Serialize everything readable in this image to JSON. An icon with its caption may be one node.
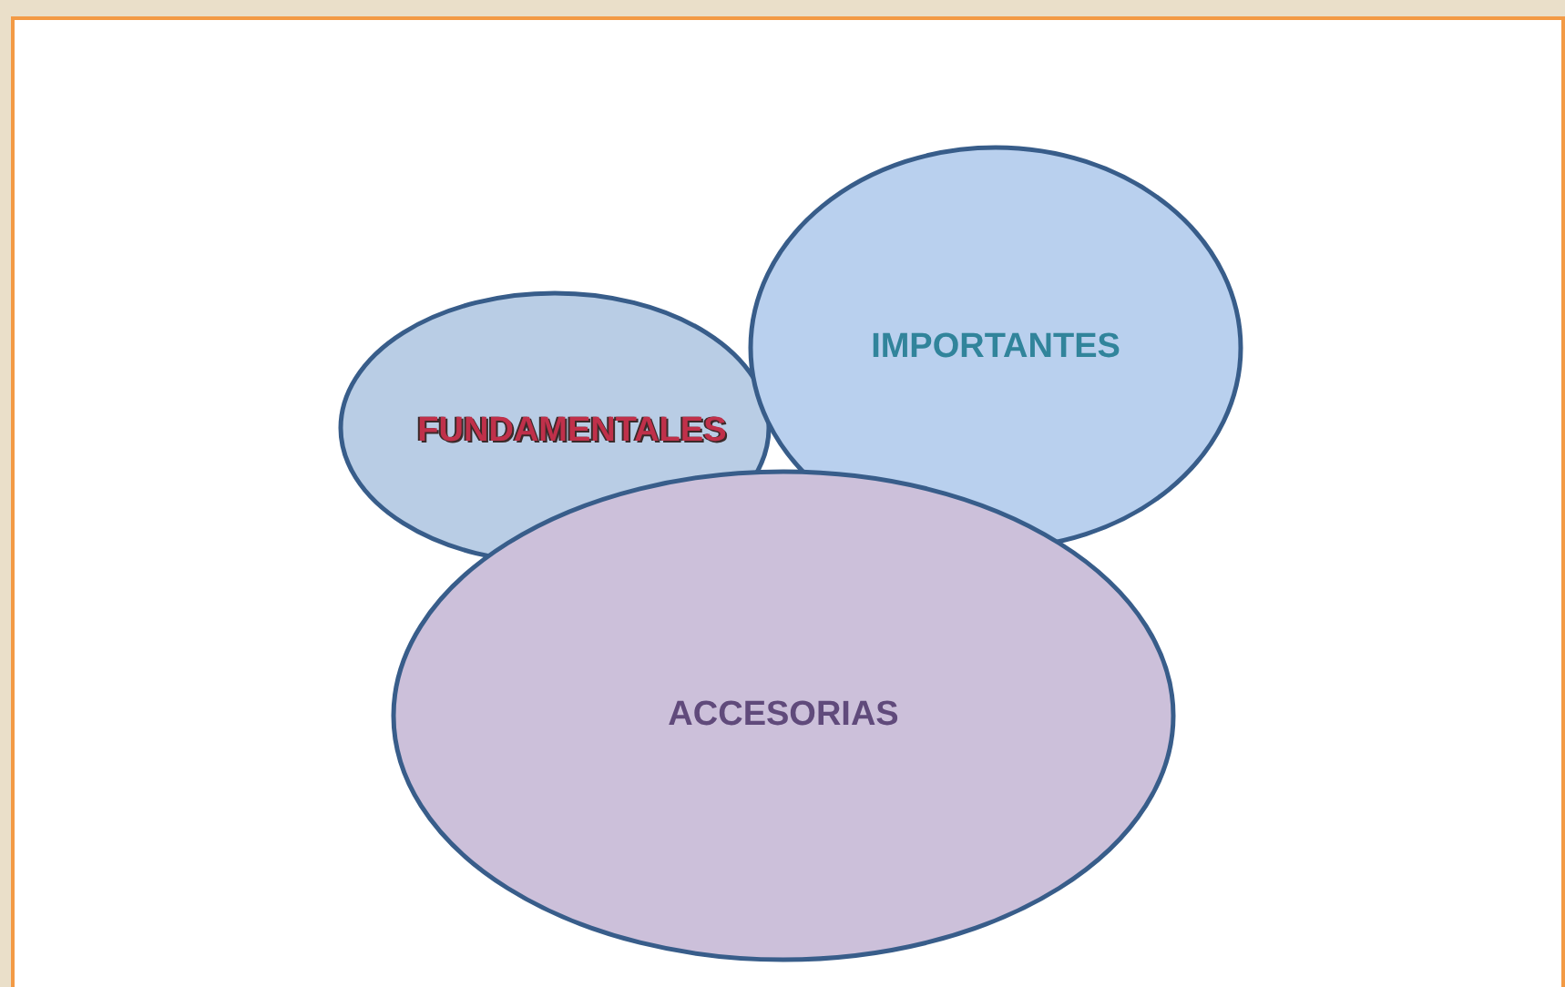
{
  "diagram": {
    "nodes": [
      {
        "text": [
          "FUNDAMENTALES"
        ]
      },
      {
        "text": [
          "IMPORTANTES"
        ]
      },
      {
        "text": [
          "ACCESORIAS"
        ]
      }
    ]
  }
}
